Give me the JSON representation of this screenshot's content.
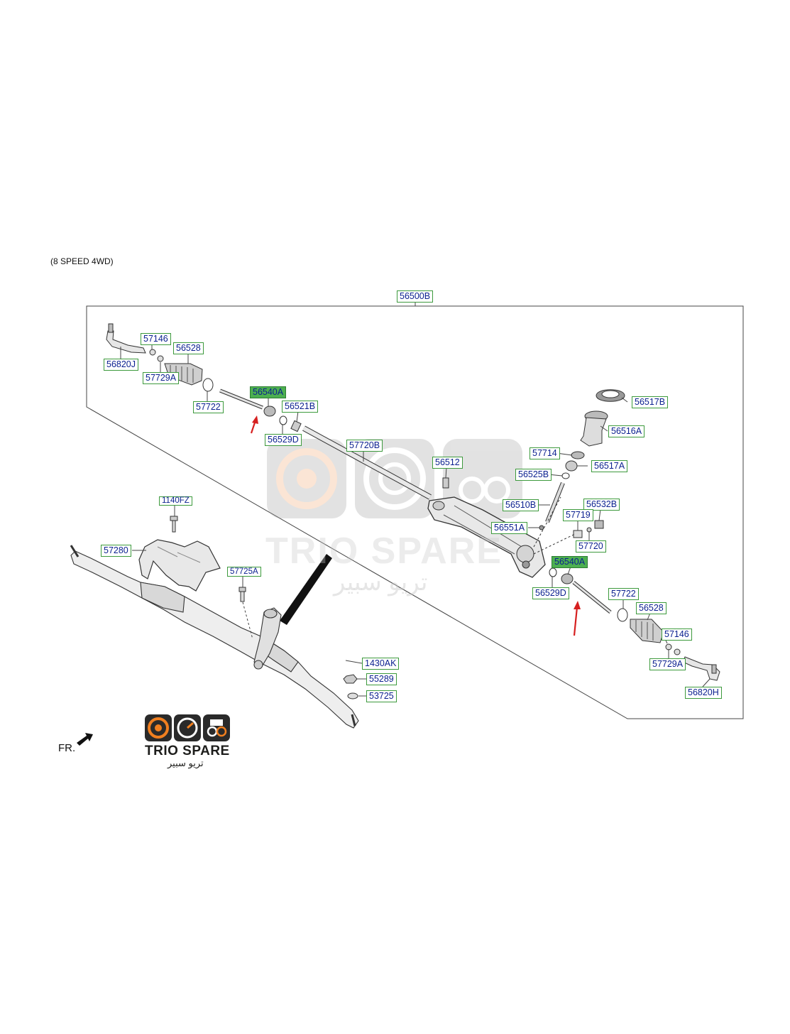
{
  "subtitle": "(8 SPEED 4WD)",
  "fr_label": "FR.",
  "watermark": {
    "brand": "TRIO SPARE",
    "arabic": "تريو سبير"
  },
  "logo": {
    "brand": "TRIO SPARE",
    "arabic": "تريو سبير",
    "accent": "#f07f1f"
  },
  "colors": {
    "label_border": "#3d9a3d",
    "label_text": "#0a1f8f",
    "highlight": "#4caf50",
    "arrow": "#d62020"
  },
  "parts": {
    "p56500B": "56500B",
    "p57146a": "57146",
    "p56528a": "56528",
    "p56820J": "56820J",
    "p57729Aa": "57729A",
    "p56540Aa": "56540A",
    "p57722a": "57722",
    "p56521B": "56521B",
    "p56529Da": "56529D",
    "p57720B": "57720B",
    "p56517B": "56517B",
    "p56516A": "56516A",
    "p57714": "57714",
    "p56517A": "56517A",
    "p56512": "56512",
    "p56525B": "56525B",
    "p56510B": "56510B",
    "p56532B": "56532B",
    "p57719": "57719",
    "p56551A": "56551A",
    "p57720": "57720",
    "p56540Ab": "56540A",
    "p56529Db": "56529D",
    "p57722b": "57722",
    "p56528b": "56528",
    "p57146b": "57146",
    "p57729Ab": "57729A",
    "p56820H": "56820H",
    "p1140FZ": "1140FZ",
    "p57280": "57280",
    "p57725A": "57725A",
    "p1430AK": "1430AK",
    "p55289": "55289",
    "p53725": "53725"
  }
}
